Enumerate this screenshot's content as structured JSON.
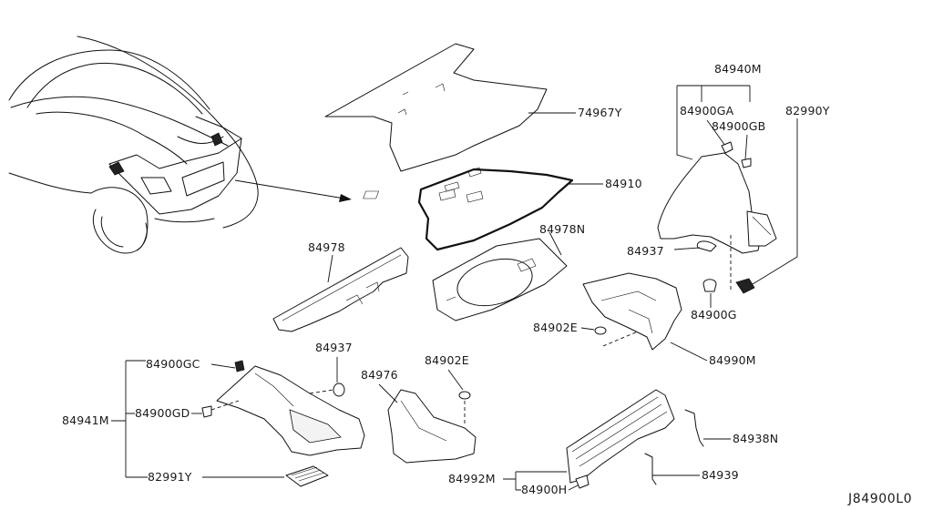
{
  "diagram_code": "J84900L0",
  "parts": {
    "p74967Y": "74967Y",
    "p84910": "84910",
    "p84978": "84978",
    "p84978N": "84978N",
    "p84940M": "84940M",
    "p84900GA": "84900GA",
    "p84900GB": "84900GB",
    "p82990Y": "82990Y",
    "p84937_upper": "84937",
    "p84900G": "84900G",
    "p84902E_mid": "84902E",
    "p84990M": "84990M",
    "p84900GC": "84900GC",
    "p84937_lower": "84937",
    "p84941M": "84941M",
    "p84900GD": "84900GD",
    "p82991Y": "82991Y",
    "p84976": "84976",
    "p84902E_low": "84902E",
    "p84992M": "84992M",
    "p84900H": "84900H",
    "p84938N": "84938N",
    "p84939": "84939"
  }
}
